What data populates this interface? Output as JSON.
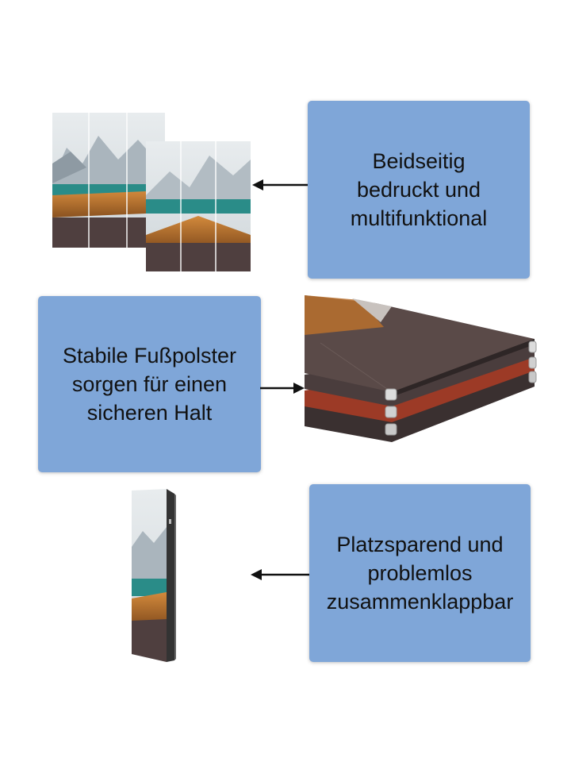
{
  "features": [
    {
      "text": "Beidseitig\nbedruckt und\nmultifunktional"
    },
    {
      "text": "Stabile Fußpolster\nsorgen für einen\nsicheren Halt"
    },
    {
      "text": "Platzsparend und\nproblemlos\nzusammenklappbar"
    }
  ],
  "colors": {
    "panel": "#7fa6d8",
    "text": "#111111",
    "arrow": "#111111",
    "boat_wood": "#c47a32",
    "water": "#1f8b86",
    "mountain": "#b9c4cc",
    "frame_dark": "#4a3a3a",
    "fabric_red": "#a8402c",
    "foot_pad": "#d8d8d8"
  },
  "icons": [
    "arrow-left-icon",
    "arrow-right-icon",
    "arrow-left-icon"
  ]
}
